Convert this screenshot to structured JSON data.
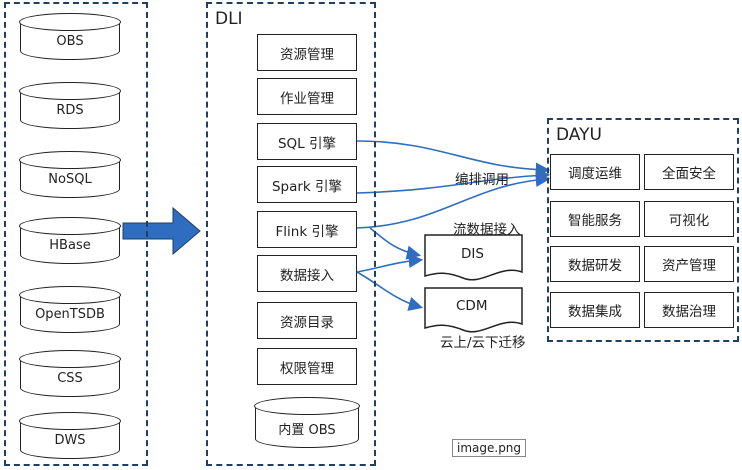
{
  "storage": {
    "items": [
      "OBS",
      "RDS",
      "NoSQL",
      "HBase",
      "OpenTSDB",
      "CSS",
      "DWS"
    ]
  },
  "dli": {
    "title": "DLI",
    "modules": [
      "资源管理",
      "作业管理",
      "SQL 引擎",
      "Spark 引擎",
      "Flink 引擎",
      "数据接入",
      "资源目录",
      "权限管理"
    ],
    "builtin_storage": "内置 OBS"
  },
  "dayu": {
    "title": "DAYU",
    "modules": [
      "调度运维",
      "全面安全",
      "智能服务",
      "可视化",
      "数据研发",
      "资产管理",
      "数据集成",
      "数据治理"
    ]
  },
  "services": {
    "dis": "DIS",
    "cdm": "CDM"
  },
  "labels": {
    "orchestration": "编排调用",
    "stream_ingest": "流数据接入",
    "cloud_migration": "云上/云下迁移"
  },
  "caption": "image.png",
  "colors": {
    "border": "#1f3f66",
    "arrow": "#2e6dbf"
  }
}
